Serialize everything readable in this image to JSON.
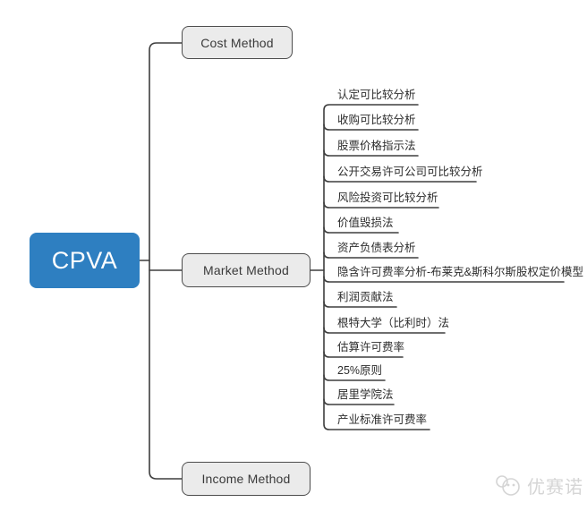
{
  "root": {
    "label": "CPVA"
  },
  "branches": [
    {
      "label": "Cost Method"
    },
    {
      "label": "Market Method",
      "children": [
        "认定可比较分析",
        "收购可比较分析",
        "股票价格指示法",
        "公开交易许可公司可比较分析",
        "风险投资可比较分析",
        "价值毁损法",
        "资产负债表分析",
        "隐含许可费率分析-布莱克&斯科尔斯股权定价模型",
        "利润贡献法",
        "根特大学（比利时）法",
        "估算许可费率",
        "25%原则",
        "居里学院法",
        "产业标准许可费率"
      ]
    },
    {
      "label": "Income Method"
    }
  ],
  "watermark": {
    "text": "优赛诺"
  },
  "colors": {
    "root_fill": "#2e7fc1",
    "node_fill": "#ebebeb",
    "node_border": "#4c4c4c",
    "line": "#3e3e3e",
    "watermark": "#d5d5d5"
  }
}
